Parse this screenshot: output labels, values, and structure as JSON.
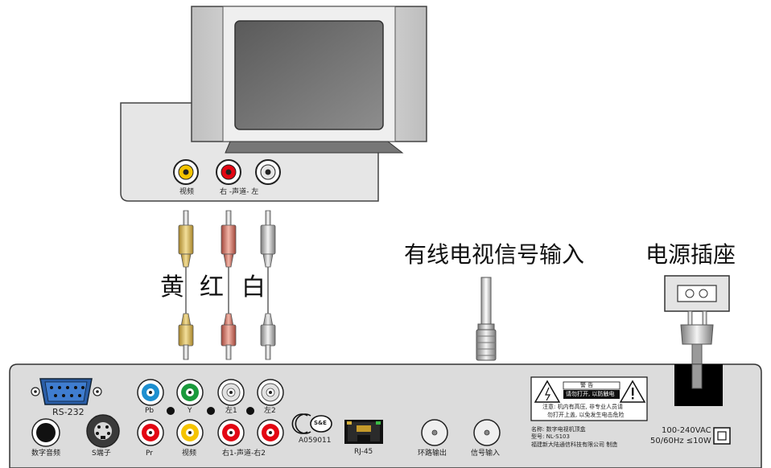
{
  "tv": {
    "ports": [
      "视频",
      "右 -声道- 左"
    ]
  },
  "cable_colors": [
    "黄",
    "红",
    "白"
  ],
  "headings": {
    "cable_tv_input": "有线电视信号输入",
    "power_socket": "电源插座"
  },
  "stb": {
    "serial_label": "RS-232",
    "component_labels": [
      "Pb",
      "Y",
      "左1",
      "左2"
    ],
    "row2_labels": [
      "数字音频",
      "S端子",
      "Pr",
      "视频",
      "右1-声道-右2"
    ],
    "cert_text": "A059011",
    "cert_logo_text": "S&E",
    "lan_label": "RJ-45",
    "rf_labels": [
      "环路输出",
      "信号输入"
    ],
    "warning": {
      "title": "警  告",
      "inner": "请勿打开, 以防触电",
      "note1": "注意: 机内有高压, 非专业人员请",
      "note2": "勿打开上盖, 以免发生电击危险"
    },
    "info": {
      "name": "名称: 数字电视机顶盒",
      "model": "型号: NL-S103",
      "maker": "福建新大陆通信科技有限公司 制造"
    },
    "power_rating": [
      "100-240VAC",
      "50/60Hz ≤10W"
    ]
  },
  "colors": {
    "yellow": "#f5c400",
    "red": "#e30613",
    "white": "#e8e8e8",
    "blue": "#1d8fd0",
    "green": "#1a9a3c",
    "panel": "#dcdcdc"
  }
}
